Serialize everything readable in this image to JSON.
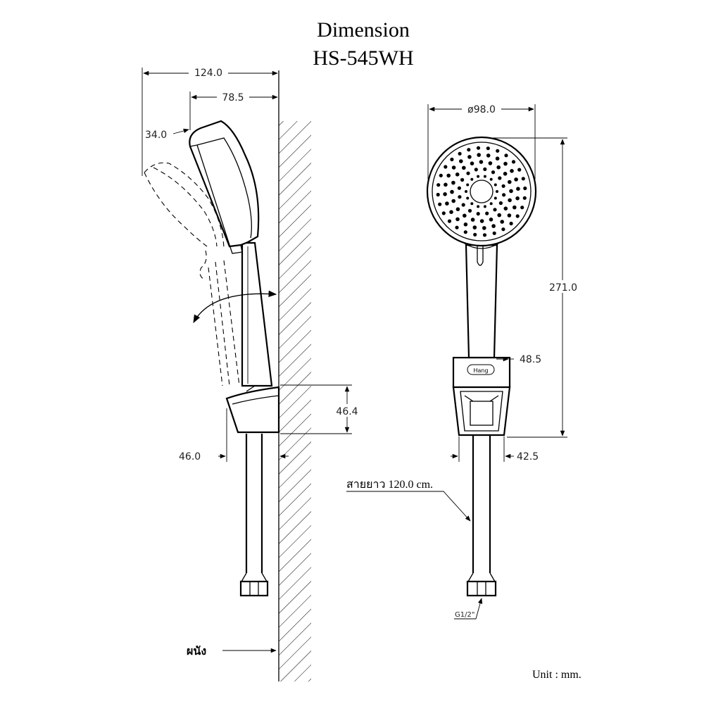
{
  "title": {
    "line1": "Dimension",
    "line2": "HS-545WH"
  },
  "side_view": {
    "dim_total_width": "124.0",
    "dim_head_width": "78.5",
    "dim_tilt": "34.0",
    "dim_holder_height": "46.4",
    "dim_holder_depth": "46.0",
    "wall_label": "ผนัง"
  },
  "front_view": {
    "dim_head_diameter": "ø98.0",
    "dim_total_height": "271.0",
    "dim_holder_width": "48.5",
    "dim_base_width": "42.5",
    "hose_length_label": "สายยาว 120.0 cm.",
    "thread_label": "G1/2\"",
    "brand_mark": "Hang"
  },
  "unit_label": "Unit : mm."
}
